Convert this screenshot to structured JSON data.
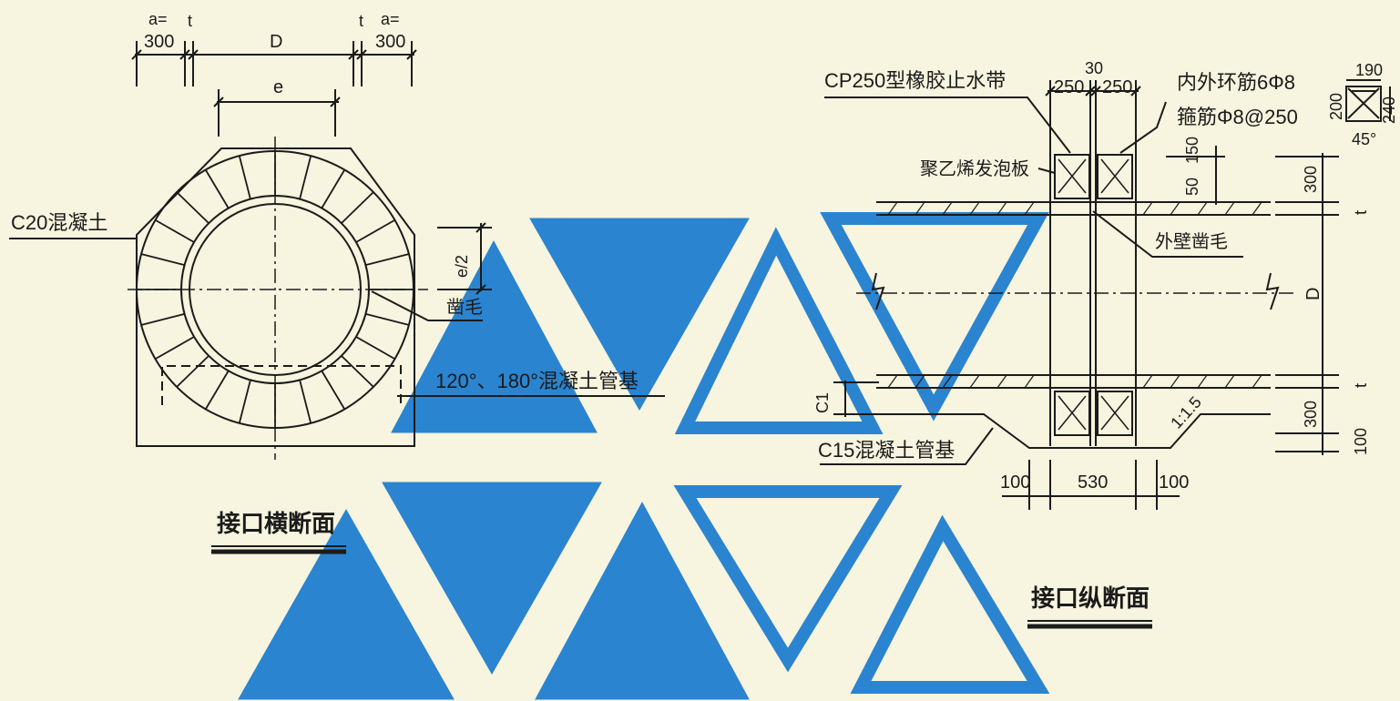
{
  "cross_section": {
    "dim_a_left_top": "a=",
    "dim_a_left_val": "300",
    "dim_t_left": "t",
    "dim_D": "D",
    "dim_t_right": "t",
    "dim_a_right_top": "a=",
    "dim_a_right_val": "300",
    "dim_e": "e",
    "dim_e_half": "e/2",
    "label_concrete": "C20混凝土",
    "label_chisel": "凿毛",
    "label_base": "120°、180°混凝土管基",
    "title": "接口横断面"
  },
  "long_section": {
    "label_waterstop": "CP250型橡胶止水带",
    "dim_gap": "30",
    "dim_250_left": "250",
    "dim_250_right": "250",
    "label_ring_bar": "内外环筋6Φ8",
    "label_stirrup": "箍筋Φ8@250",
    "label_foam": "聚乙烯发泡板",
    "dim_50": "50",
    "dim_150": "150",
    "dim_300_top": "300",
    "dim_t_top": "t",
    "label_outer_chisel": "外壁凿毛",
    "dim_D": "D",
    "dim_t_bottom": "t",
    "dim_c1": "C1",
    "dim_300_bottom": "300",
    "dim_100_right": "100",
    "slope": "1:1.5",
    "label_c15_base": "C15混凝土管基",
    "dim_100_left": "100",
    "dim_530": "530",
    "dim_100_mid": "100",
    "title": "接口纵断面"
  },
  "detail": {
    "dim_190": "190",
    "dim_200": "200",
    "dim_240": "240",
    "dim_45": "45°"
  },
  "colors": {
    "background": "#f7f4df",
    "line": "#1b1b1b",
    "triangle_blue": "#2a84d0"
  }
}
